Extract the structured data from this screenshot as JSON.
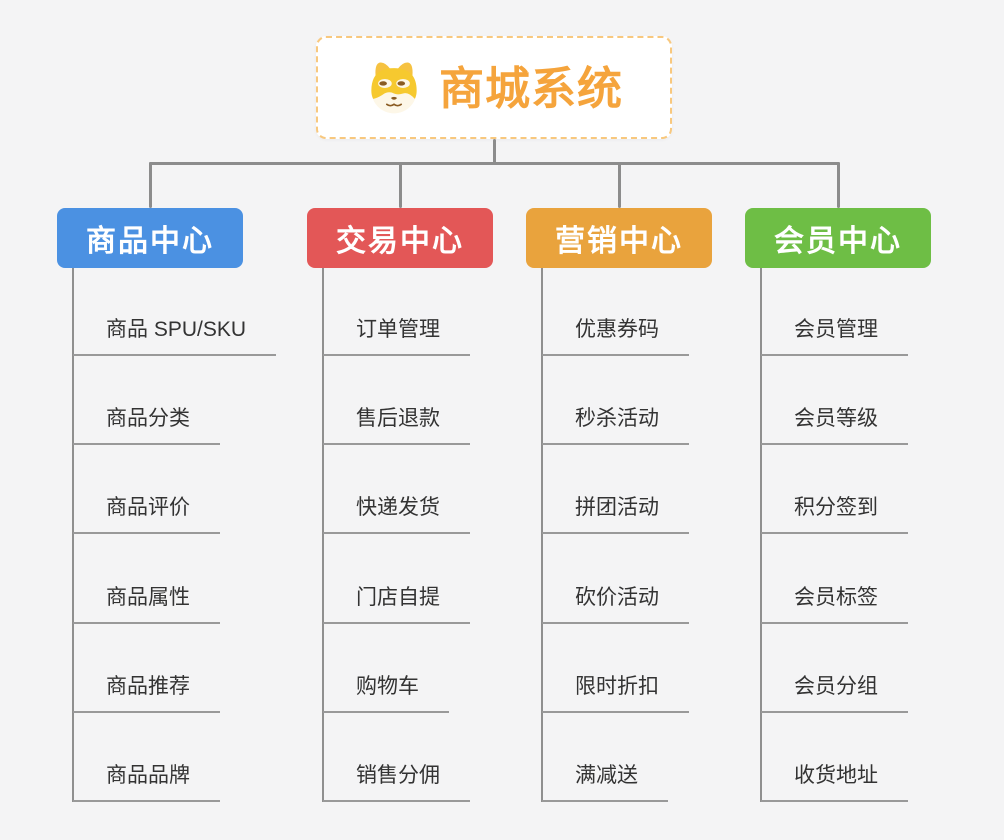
{
  "root": {
    "title": "商城系统",
    "icon": "dog-face-icon",
    "accent_color": "#f5a43c",
    "border_color": "#f8c87e"
  },
  "connector_color": "#8c8c8c",
  "branches": [
    {
      "label": "商品中心",
      "color": "#4b91e2",
      "children": [
        "商品 SPU/SKU",
        "商品分类",
        "商品评价",
        "商品属性",
        "商品推荐",
        "商品品牌"
      ]
    },
    {
      "label": "交易中心",
      "color": "#e35757",
      "children": [
        "订单管理",
        "售后退款",
        "快递发货",
        "门店自提",
        "购物车",
        "销售分佣"
      ]
    },
    {
      "label": "营销中心",
      "color": "#e9a33d",
      "children": [
        "优惠券码",
        "秒杀活动",
        "拼团活动",
        "砍价活动",
        "限时折扣",
        "满减送"
      ]
    },
    {
      "label": "会员中心",
      "color": "#6ebe45",
      "children": [
        "会员管理",
        "会员等级",
        "积分签到",
        "会员标签",
        "会员分组",
        "收货地址"
      ]
    }
  ]
}
